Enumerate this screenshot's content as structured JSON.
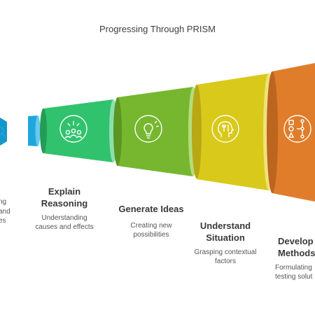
{
  "title": "Progressing Through PRISM",
  "stages": [
    {
      "key": "stage-1",
      "heading": "",
      "desc_partial": [
        "ng",
        "and",
        "es"
      ],
      "color": "#1fa7dd",
      "icon": "magnifier-icon"
    },
    {
      "key": "explain-reasoning",
      "heading": "Explain Reasoning",
      "heading_lines": [
        "Explain",
        "Reasoning"
      ],
      "desc_lines": [
        "Understanding",
        "causes and effects"
      ],
      "color": "#31c26e",
      "icon": "people-ideas-icon"
    },
    {
      "key": "generate-ideas",
      "heading": "Generate Ideas",
      "heading_lines": [
        "Generate Ideas"
      ],
      "desc_lines": [
        "Creating new",
        "possibilities"
      ],
      "color": "#76b72f",
      "icon": "lightbulb-icon"
    },
    {
      "key": "understand-situation",
      "heading": "Understand Situation",
      "heading_lines": [
        "Understand",
        "Situation"
      ],
      "desc_lines": [
        "Grasping contextual",
        "factors"
      ],
      "color": "#d9c91a",
      "icon": "head-tools-icon"
    },
    {
      "key": "develop-methods",
      "heading": "Develop Methods",
      "heading_lines": [
        "Develop",
        "Methods"
      ],
      "desc_lines": [
        "Formulating",
        "testing solut"
      ],
      "color": "#e07d2a",
      "icon": "methods-shapes-icon"
    }
  ]
}
